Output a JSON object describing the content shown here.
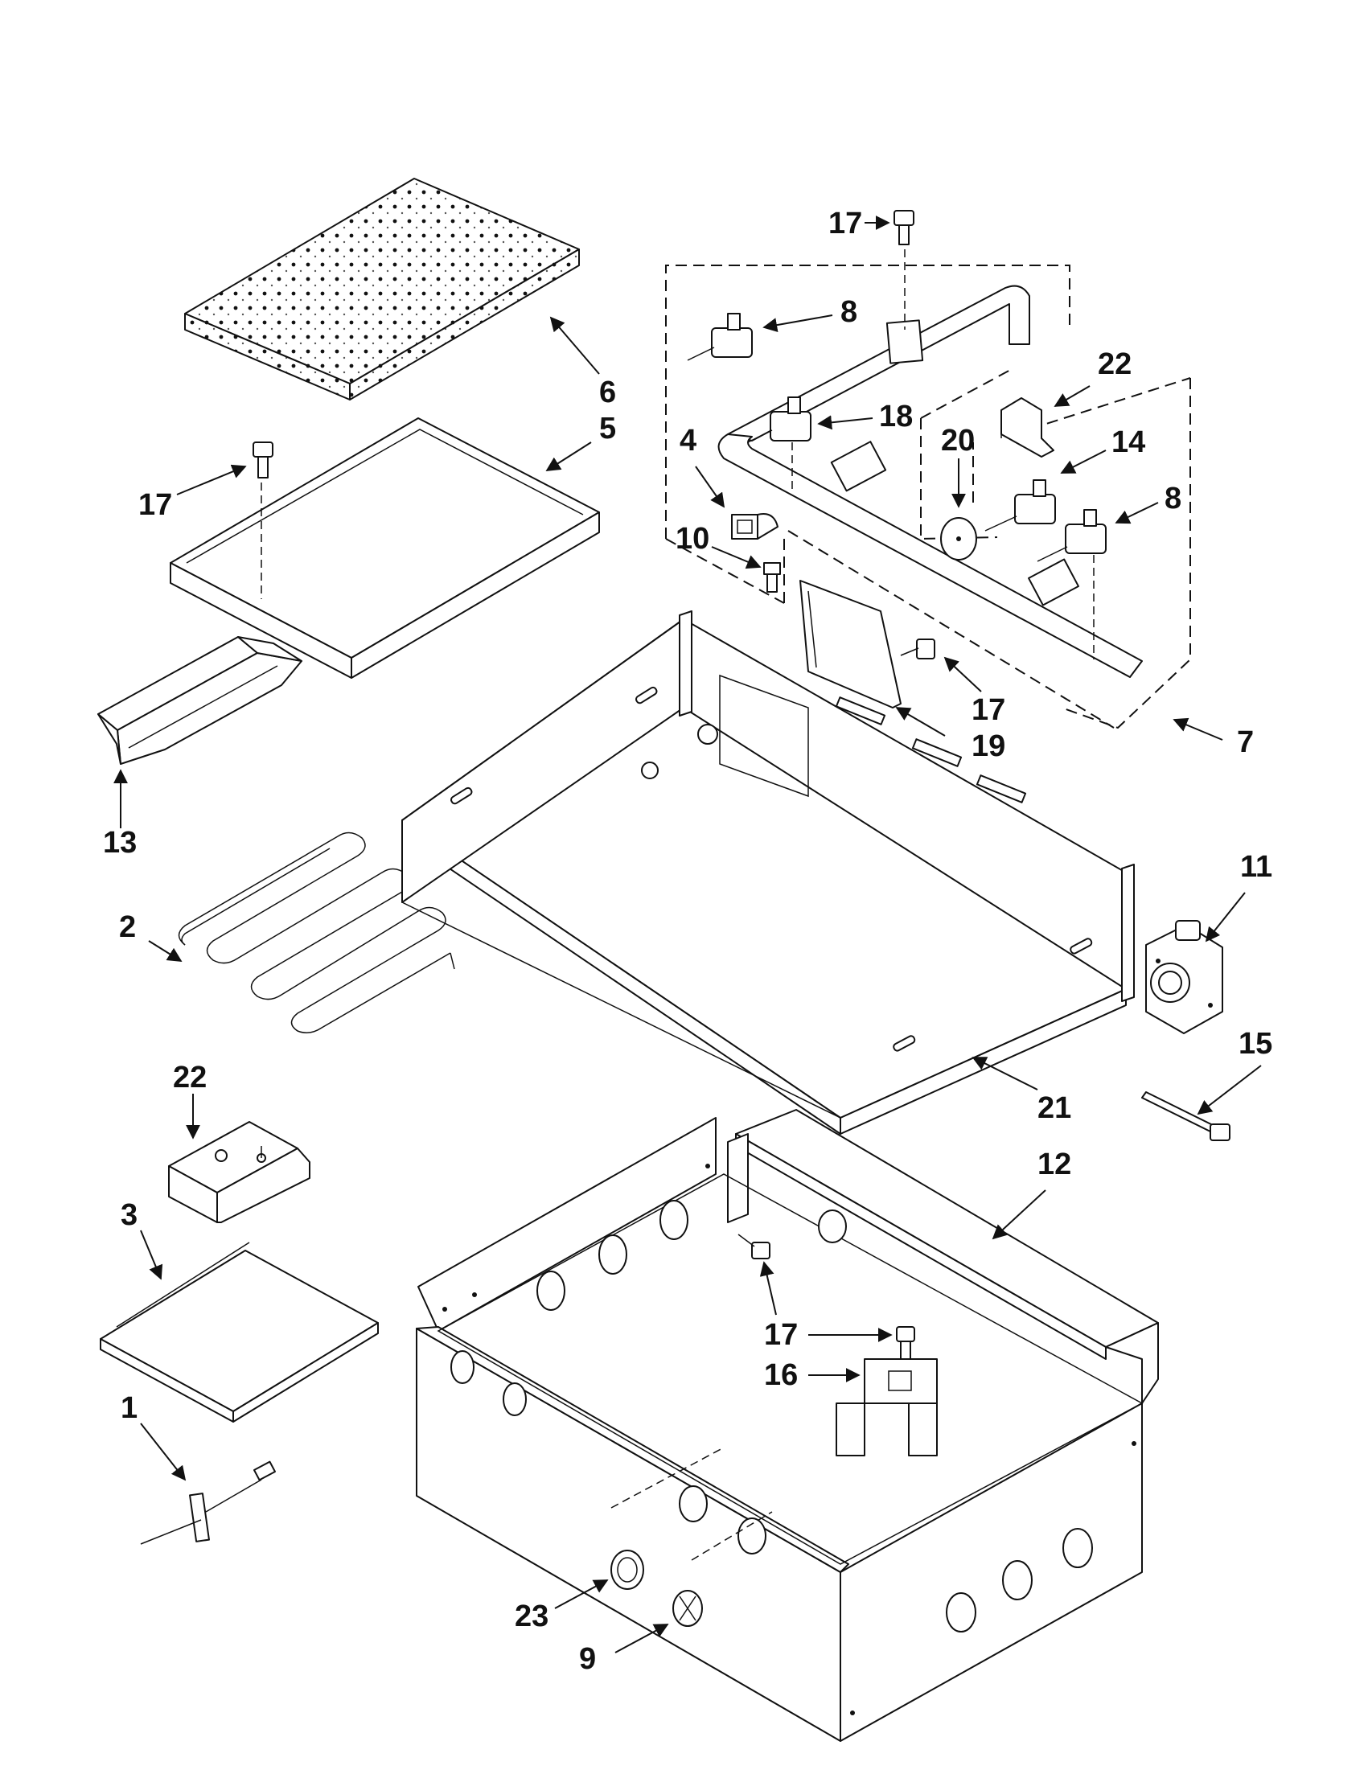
{
  "callouts": {
    "c6": "6",
    "c5": "5",
    "c17a": "17",
    "c13": "13",
    "c2": "2",
    "c22a": "22",
    "c3": "3",
    "c1": "1",
    "c17top": "17",
    "c8a": "8",
    "c18": "18",
    "c4": "4",
    "c10": "10",
    "c22b": "22",
    "c20": "20",
    "c14": "14",
    "c8b": "8",
    "c17mid": "17",
    "c19": "19",
    "c7": "7",
    "c11": "11",
    "c15": "15",
    "c21": "21",
    "c12": "12",
    "c17low": "17",
    "c16": "16",
    "c23": "23",
    "c9": "9"
  },
  "colors": {
    "line": "#111111",
    "background": "#ffffff",
    "shade": "#d8d8d8"
  }
}
